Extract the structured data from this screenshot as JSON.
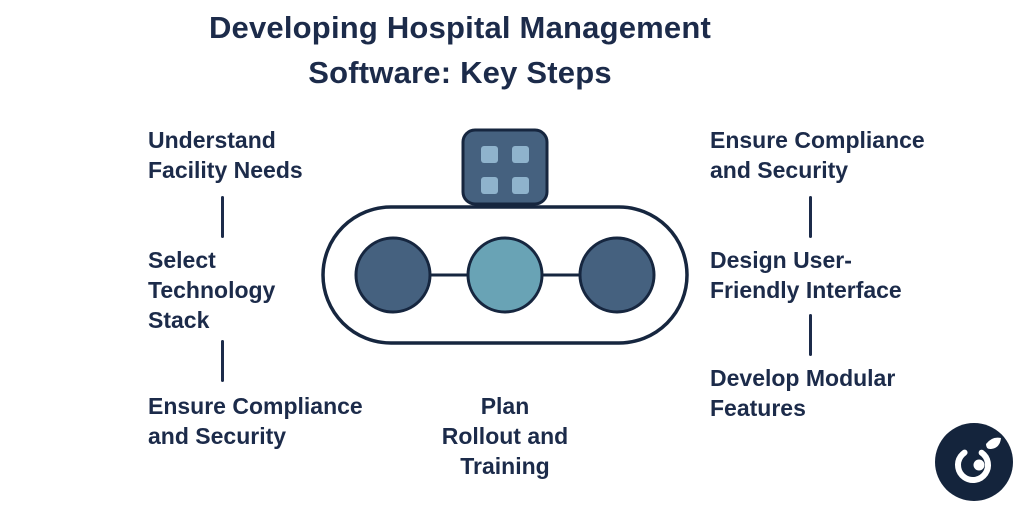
{
  "title": {
    "text": "Developing Hospital Management\nSoftware: Key Steps"
  },
  "steps": {
    "left": [
      {
        "label": "Understand\nFacility Needs"
      },
      {
        "label": "Select\nTechnology\nStack"
      },
      {
        "label": "Ensure Compliance\nand Security"
      }
    ],
    "center": [
      {
        "label": "Plan\nRollout and\nTraining"
      }
    ],
    "right": [
      {
        "label": "Ensure Compliance\nand Security"
      },
      {
        "label": "Design User-\nFriendly Interface"
      },
      {
        "label": "Develop Modular\nFeatures"
      }
    ]
  },
  "diagram": {
    "icon_name": "app-modules-icon",
    "node_names": [
      "step-node-left",
      "step-node-center",
      "step-node-right"
    ]
  },
  "colors": {
    "background": "#ffffff",
    "text_navy": "#1c2b4a",
    "outline_navy": "#16263f",
    "node_slate": "#45617f",
    "node_teal": "#69a3b5",
    "icon_square_light": "#8fb3cc",
    "logo_navy": "#14243c"
  }
}
